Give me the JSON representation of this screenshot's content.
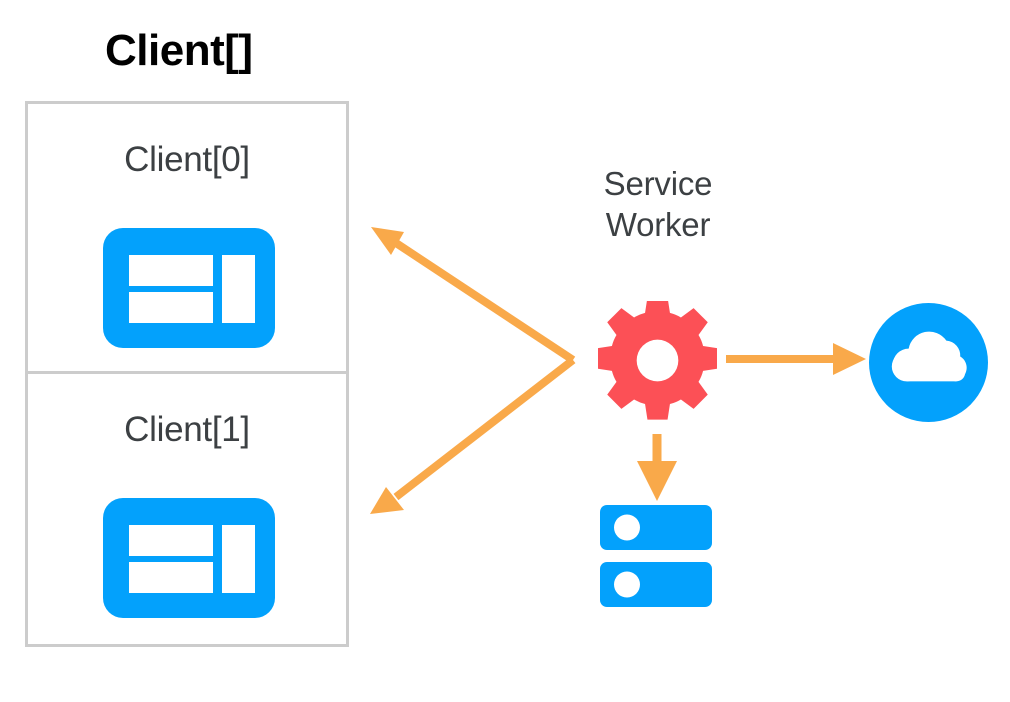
{
  "diagram": {
    "title": "Client[]",
    "title_color": "#000000",
    "background": "#ffffff",
    "clients": [
      {
        "label": "Client[0]",
        "icon": "browser-window-icon",
        "icon_color": "#03a1fc"
      },
      {
        "label": "Client[1]",
        "icon": "browser-window-icon",
        "icon_color": "#03a1fc"
      }
    ],
    "service_worker": {
      "label_line1": "Service",
      "label_line2": "Worker",
      "label_color": "#3c4043",
      "icon": "gear-icon",
      "icon_color": "#fc5056"
    },
    "cloud": {
      "icon": "cloud-icon",
      "circle_color": "#03a1fc",
      "cloud_color": "#ffffff"
    },
    "database": {
      "icon": "server-rack-icon",
      "icon_color": "#03a1fc",
      "racks": 2
    },
    "arrows": {
      "color": "#f9a94a",
      "stroke_width": 8,
      "items": [
        {
          "name": "arrow-serviceworker-to-client0",
          "from": "service-worker",
          "to": "client-0",
          "direction": "up-left"
        },
        {
          "name": "arrow-serviceworker-to-client1",
          "from": "service-worker",
          "to": "client-1",
          "direction": "down-left"
        },
        {
          "name": "arrow-serviceworker-to-cloud",
          "from": "service-worker",
          "to": "cloud",
          "direction": "right"
        },
        {
          "name": "arrow-serviceworker-to-database",
          "from": "service-worker",
          "to": "database",
          "direction": "down"
        }
      ]
    },
    "border_color": "#cccccc"
  }
}
